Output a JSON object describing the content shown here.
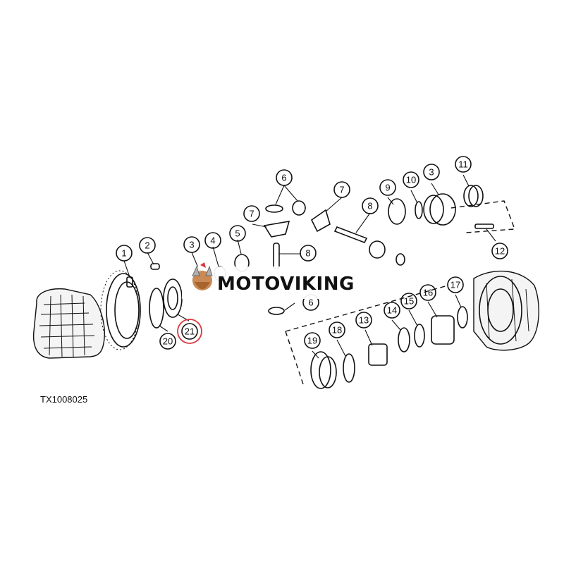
{
  "watermark": {
    "brand": "MOTOVIKING"
  },
  "figure_code": "TX1008025",
  "highlight_color": "#d9363e",
  "callouts": {
    "c1": "1",
    "c2": "2",
    "c3a": "3",
    "c4": "4",
    "c5": "5",
    "c6a": "6",
    "c6b": "6",
    "c7a": "7",
    "c7b": "7",
    "c8": "8",
    "c9": "9",
    "c10": "10",
    "c3b": "3",
    "c11": "11",
    "c12": "12",
    "c13": "13",
    "c14": "14",
    "c15": "15",
    "c16": "16",
    "c17": "17",
    "c18": "18",
    "c19": "19",
    "c20": "20",
    "c21": "21"
  }
}
